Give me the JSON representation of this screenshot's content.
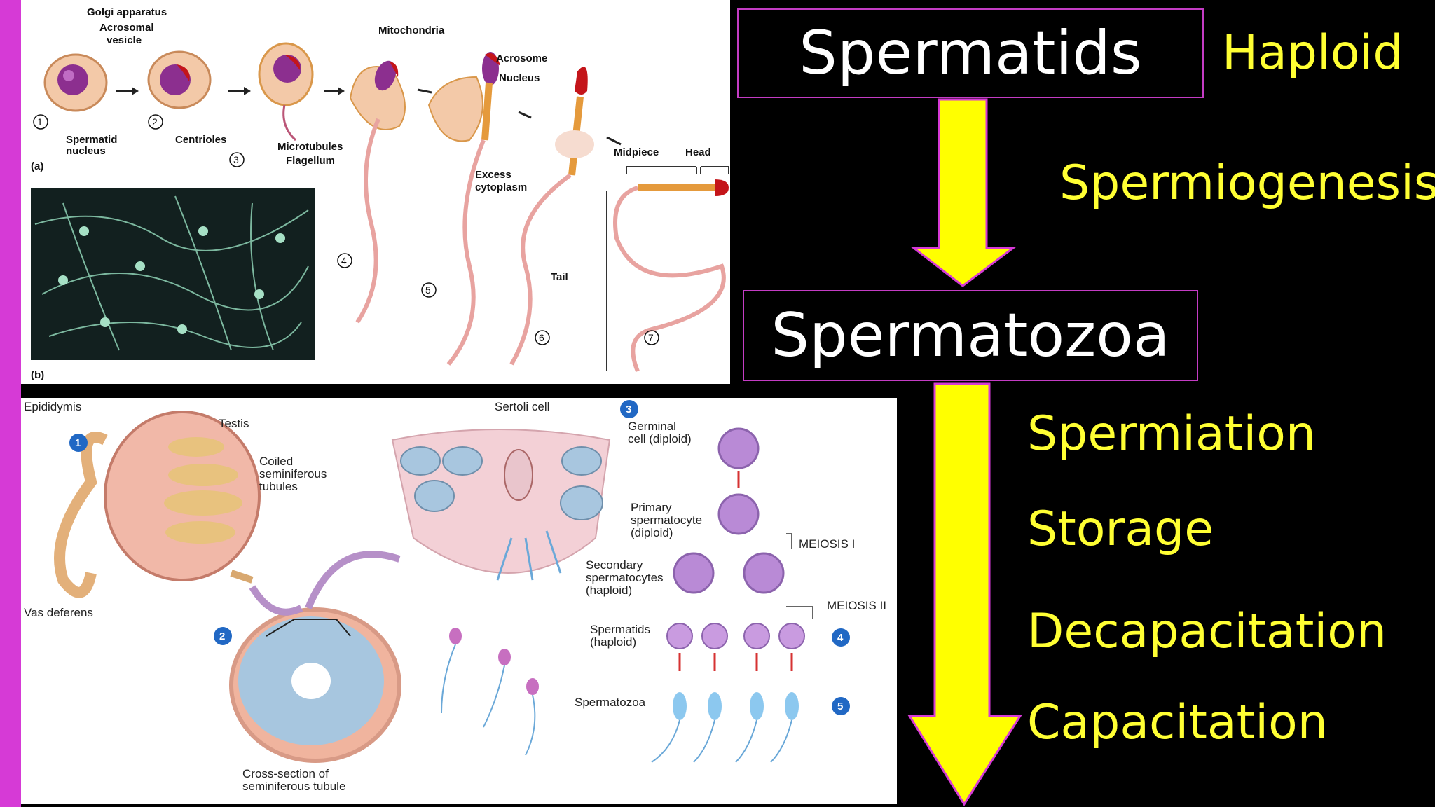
{
  "slide": {
    "box_top": "Spermatids",
    "box_bottom": "Spermatozoa",
    "haploid": "Haploid",
    "spermiogenesis": "Spermiogenesis",
    "stages": [
      "Spermiation",
      "Storage",
      "Decapacitation",
      "Capacitation"
    ],
    "colors": {
      "accent_magenta": "#d63ad6",
      "label_yellow": "#ffff33",
      "arrow_yellow": "#ffff00",
      "background": "#000000"
    }
  },
  "fig_a": {
    "golgi": "Golgi apparatus",
    "acrosomal1": "Acrosomal",
    "acrosomal2": "vesicle",
    "mito": "Mitochondria",
    "acrosome": "Acrosome",
    "nucleus": "Nucleus",
    "spermatid1": "Spermatid",
    "spermatid2": "nucleus",
    "centrioles": "Centrioles",
    "microtubules": "Microtubules",
    "flagellum": "Flagellum",
    "excess1": "Excess",
    "excess2": "cytoplasm",
    "midpiece": "Midpiece",
    "head": "Head",
    "tail": "Tail",
    "label_a": "(a)",
    "label_b": "(b)",
    "n1": "1",
    "n2": "2",
    "n3": "3",
    "n4": "4",
    "n5": "5",
    "n6": "6",
    "n7": "7"
  },
  "fig_b": {
    "epididymis": "Epididymis",
    "testis": "Testis",
    "coiled1": "Coiled",
    "coiled2": "seminiferous",
    "coiled3": "tubules",
    "vas": "Vas deferens",
    "cross1": "Cross-section of",
    "cross2": "seminiferous tubule",
    "sertoli": "Sertoli cell",
    "germ1": "Germinal",
    "germ2": "cell (diploid)",
    "prim1": "Primary",
    "prim2": "spermatocyte",
    "prim3": "(diploid)",
    "meiosis1": "MEIOSIS I",
    "sec1": "Secondary",
    "sec2": "spermatocytes",
    "sec3": "(haploid)",
    "meiosis2": "MEIOSIS II",
    "sptd1": "Spermatids",
    "sptd2": "(haploid)",
    "spz": "Spermatozoa",
    "b1": "1",
    "b2": "2",
    "b3": "3",
    "b4": "4",
    "b5": "5"
  }
}
